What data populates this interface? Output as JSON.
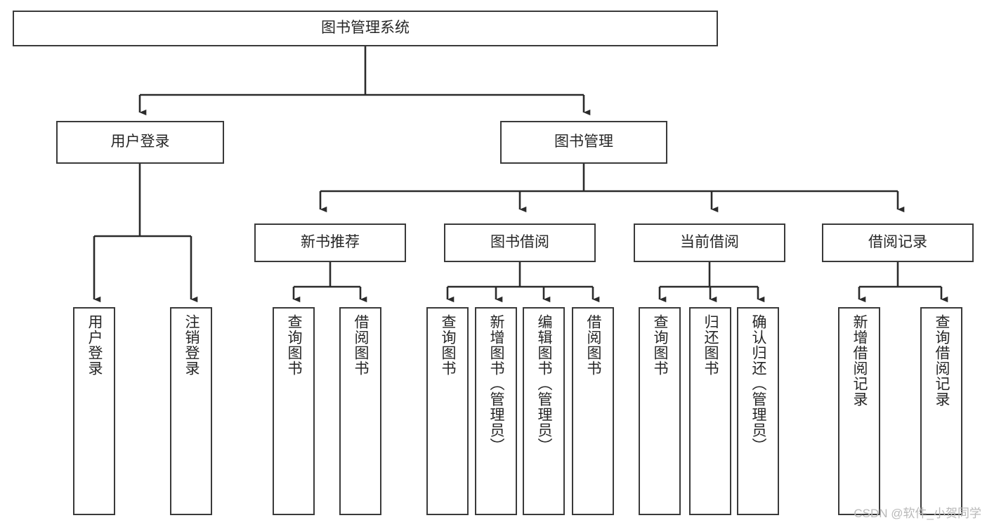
{
  "diagram": {
    "title": "图书管理系统",
    "type": "hierarchy-tree",
    "watermark": "CSDN @软件_小贺同学",
    "colors": {
      "box_border": "#3a3a3a",
      "box_fill": "#ffffff",
      "edge": "#2b2b2b",
      "text": "#262626",
      "watermark": "#b9b9b9",
      "background": "#ffffff"
    },
    "nodes": {
      "root": {
        "label": "图书管理系统"
      },
      "level2": [
        {
          "label": "用户登录"
        },
        {
          "label": "图书管理"
        }
      ],
      "level3": [
        {
          "label": "新书推荐"
        },
        {
          "label": "图书借阅"
        },
        {
          "label": "当前借阅"
        },
        {
          "label": "借阅记录"
        }
      ],
      "leaves": {
        "user_login": [
          {
            "label": "用户登录"
          },
          {
            "label": "注销登录"
          }
        ],
        "new_book_recommend": [
          {
            "label": "查询图书"
          },
          {
            "label": "借阅图书"
          }
        ],
        "book_borrow": [
          {
            "label": "查询图书"
          },
          {
            "label": "新增图书（管理员）"
          },
          {
            "label": "编辑图书（管理员）"
          },
          {
            "label": "借阅图书"
          }
        ],
        "current_borrow": [
          {
            "label": "查询图书"
          },
          {
            "label": "归还图书"
          },
          {
            "label": "确认归还（管理员）"
          }
        ],
        "borrow_record": [
          {
            "label": "新增借阅记录"
          },
          {
            "label": "查询借阅记录"
          }
        ]
      }
    }
  }
}
